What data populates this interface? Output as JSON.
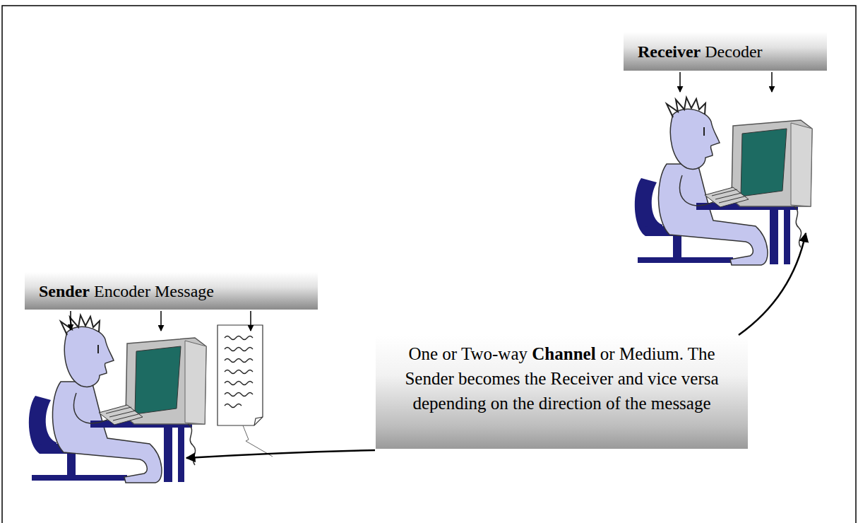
{
  "diagram": {
    "nodes": [
      {
        "text": [
          "Receiver",
          "Decoder"
        ]
      },
      {
        "text": [
          "Sender",
          "Encoder",
          "Message"
        ]
      },
      {
        "text": [
          "One or Two-way",
          "Channel",
          "or Medium. The Sender becomes the Receiver and vice versa depending on the direction of the message"
        ]
      }
    ]
  }
}
